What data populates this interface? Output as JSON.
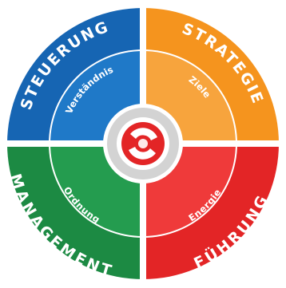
{
  "quadrants": [
    {
      "id": "top-left",
      "outer": "STEUERUNG",
      "inner": "Verständnis",
      "color": "#1665b3",
      "inner_color": "#1f79c8"
    },
    {
      "id": "top-right",
      "outer": "STRATEGIE",
      "inner": "Ziele",
      "color": "#f5941e",
      "inner_color": "#f7a43d"
    },
    {
      "id": "bottom-left",
      "outer": "MANAGEMENT",
      "inner": "Ordnung",
      "color": "#1c8a43",
      "inner_color": "#249c4f"
    },
    {
      "id": "bottom-right",
      "outer": "FÜHRUNG",
      "inner": "Energie",
      "color": "#e32526",
      "inner_color": "#ef3a3a"
    }
  ],
  "center": {
    "logo": "swirl-logo-icon",
    "ring_color": "#d3d3d3",
    "logo_bg": "#e32526"
  },
  "divider_color": "#ffffff"
}
